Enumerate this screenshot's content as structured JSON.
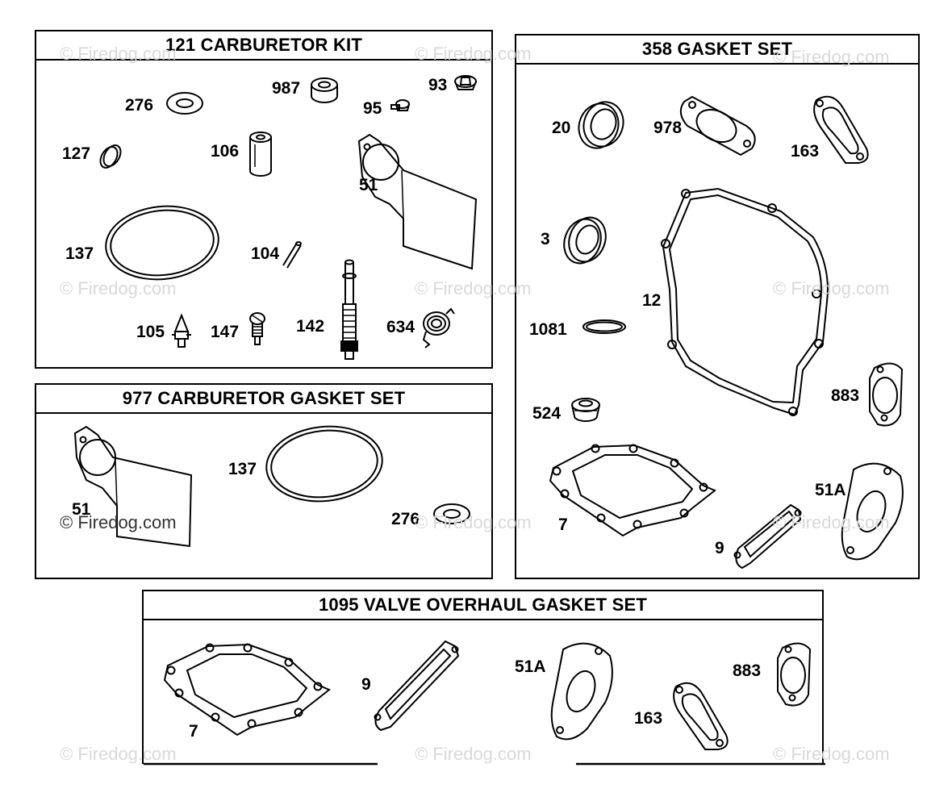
{
  "watermarks": {
    "text": "© Firedog.com"
  },
  "panels": {
    "carb_kit": {
      "title": "121 CARBURETOR KIT",
      "labels": {
        "p276": "276",
        "p987": "987",
        "p93": "93",
        "p95": "95",
        "p127": "127",
        "p106": "106",
        "p51": "51",
        "p137": "137",
        "p104": "104",
        "p105": "105",
        "p147": "147",
        "p142": "142",
        "p634": "634"
      }
    },
    "gasket_set": {
      "title": "358 GASKET SET",
      "labels": {
        "p20": "20",
        "p978": "978",
        "p163": "163",
        "p3": "3",
        "p12": "12",
        "p1081": "1081",
        "p883": "883",
        "p524": "524",
        "p51A": "51A",
        "p7": "7",
        "p9": "9"
      }
    },
    "carb_gasket": {
      "title": "977 CARBURETOR GASKET SET",
      "labels": {
        "p51": "51",
        "p137": "137",
        "p276": "276"
      }
    },
    "valve_overhaul": {
      "title": "1095 VALVE OVERHAUL GASKET SET",
      "labels": {
        "p7": "7",
        "p9": "9",
        "p51A": "51A",
        "p163": "163",
        "p883": "883"
      }
    }
  }
}
